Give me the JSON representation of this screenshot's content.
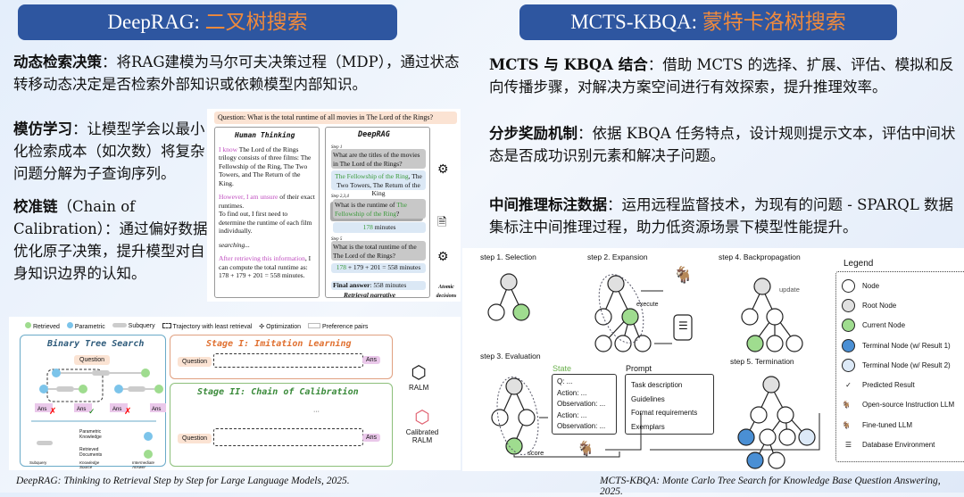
{
  "left": {
    "header_en": "DeepRAG: ",
    "header_cn": "二叉树搜索",
    "p1_label": "动态检索决策",
    "p1_text": "：将RAG建模为马尔可夫决策过程（MDP），通过状态转移动态决定是否检索外部知识或依赖模型内部知识。",
    "p2_label": "模仿学习",
    "p2_text": "：让模型学会以最小化检索成本（如次数）将复杂问题分解为子查询序列。",
    "p3_label": "校准链",
    "p3_text": "（Chain of Calibration）：通过偏好数据优化原子决策，提升模型对自身知识边界的认知。",
    "fig1": {
      "question": "Question: What is the total runtime of all movies in The Lord of the Rings?",
      "human_title": "Human Thinking",
      "h1a": "I know",
      "h1b": " The Lord of the Rings trilogy consists of three films: The Fellowship of the Ring, The Two Towers, and The Return of the King.",
      "h2a": "However, I am unsure",
      "h2b": " of their exact runtimes.",
      "h3": "To find out, I first need to determine the runtime of each film individually.",
      "h4": "searching...",
      "h5a": "After retrieving this information",
      "h5b": ", I can compute the total runtime as: 178 + 179 + 201 = 558 minutes.",
      "deeprag_title": "DeepRAG",
      "step1": "Step 1",
      "q1": "What are the titles of the movies in The Lord of the Rings?",
      "a1g": "The Fellowship of the Ring",
      "a1": ", The Two Towers, The Return of the King",
      "step2": "Step 2,3,4",
      "q2a": "What is the runtime of ",
      "q2g": "The Fellowship of the Ring",
      "q2b": "?",
      "a2g": "178",
      "a2": " minutes",
      "step5": "Step 5",
      "q3": "What is the total runtime of the The Lord of the Rings?",
      "a3g": "178",
      "a3": " + 179 + 201 = 558 minutes",
      "final_label": "Final answer",
      "final": ": 558 minutes",
      "narrative": "Retrieval narrative",
      "atomic": "Atomic decisions"
    },
    "fig2": {
      "legend": [
        "Retrieved",
        "Parametric",
        "Subquery",
        "Trajectory with least retrieval",
        "Optimization",
        "Preference pairs"
      ],
      "bts_title": "Binary Tree Search",
      "question": "Question",
      "ans": "Ans",
      "param_knowledge": "Parametric Knowledge",
      "retrieved_docs": "Retrieved Documents",
      "subquery": "Subquery",
      "knowledge_source": "Knowledge Source",
      "intermediate_answer": "Intermediate Answer",
      "stage1": "Stage I: Imitation Learning",
      "stage2": "Stage II: Chain of Calibration",
      "ralm": "RALM",
      "calibrated": "Calibrated RALM",
      "dots": "···"
    },
    "caption": "DeepRAG: Thinking to Retrieval Step by Step for Large Language Models, 2025."
  },
  "right": {
    "header_en": "MCTS-KBQA: ",
    "header_cn": "蒙特卡洛树搜索",
    "p1_label": "MCTS 与 KBQA 结合",
    "p1_text": "：借助 MCTS 的选择、扩展、评估、模拟和反向传播步骤，对解决方案空间进行有效探索，提升推理效率。",
    "p2_label": "分步奖励机制",
    "p2_text": "：依据 KBQA 任务特点，设计规则提示文本，评估中间状态是否成功识别元素和解决子问题。",
    "p3_label": "中间推理标注数据",
    "p3_text": "：运用远程监督技术，为现有的问题 - SPARQL 数据集标注中间推理过程，助力低资源场景下模型性能提升。",
    "fig": {
      "step1": "step 1. Selection",
      "step2": "step 2. Expansion",
      "step3": "step 3. Evaluation",
      "step4": "step 4. Backpropagation",
      "step5": "step 5. Termination",
      "execute": "execute",
      "update": "update",
      "score": "score",
      "state_title": "State",
      "state_lines": [
        "Q: ...",
        "Action: ...",
        "Observation: ...",
        "Action: ...",
        "Observation: ..."
      ],
      "prompt_title": "Prompt",
      "prompt_lines": [
        "Task description",
        "Guidelines",
        "Format requirements",
        "Exemplars"
      ],
      "legend_title": "Legend",
      "legend": [
        "Node",
        "Root Node",
        "Current Node",
        "Terminal Node (w/ Result 1)",
        "Terminal Node (w/ Result 2)",
        "Predicted Result",
        "Open-source Instruction LLM",
        "Fine-tuned LLM",
        "Database Environment"
      ],
      "check": "✓"
    },
    "caption": "MCTS-KBQA: Monte Carlo Tree Search for Knowledge Base Question Answering, 2025."
  },
  "colors": {
    "header": "#2e56a0",
    "header_accent": "#f08a3c",
    "retrieved": "#9fdc8f",
    "parametric": "#7cc4ea",
    "root": "#e0e0e0",
    "terminal1": "#4a8fd4",
    "terminal2": "#dce9f7"
  }
}
